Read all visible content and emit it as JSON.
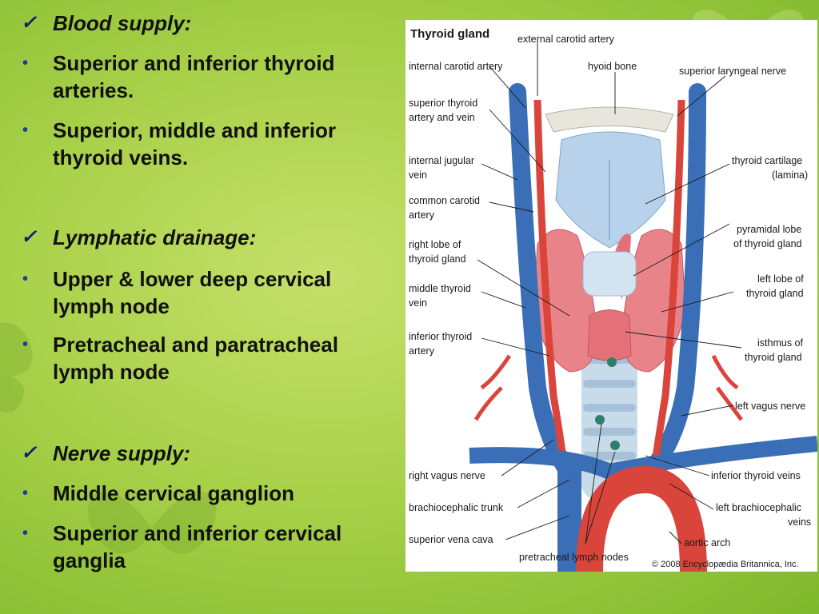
{
  "slide": {
    "lines": [
      {
        "type": "heading",
        "marker": "✓",
        "text": "Blood supply:"
      },
      {
        "type": "bullet",
        "marker": "•",
        "text": "Superior and inferior thyroid"
      },
      {
        "type": "cont",
        "text": "arteries."
      },
      {
        "type": "bullet",
        "marker": "•",
        "text": "Superior, middle and inferior"
      },
      {
        "type": "cont",
        "text": "thyroid veins."
      },
      {
        "type": "heading",
        "marker": "✓",
        "text": "Lymphatic drainage:"
      },
      {
        "type": "bullet",
        "marker": "•",
        "text": "Upper & lower deep cervical"
      },
      {
        "type": "cont",
        "text": "lymph node"
      },
      {
        "type": "bullet",
        "marker": "•",
        "text": "Pretracheal and paratracheal"
      },
      {
        "type": "cont",
        "text": "lymph node"
      },
      {
        "type": "heading",
        "marker": "✓",
        "text": "Nerve supply:"
      },
      {
        "type": "bullet",
        "marker": "•",
        "text": "Middle cervical ganglion"
      },
      {
        "type": "bullet",
        "marker": "•",
        "text": "Superior and inferior cervical"
      },
      {
        "type": "cont",
        "text": "ganglia"
      }
    ]
  },
  "figure": {
    "title": "Thyroid gland",
    "copyright": "© 2008 Encyclopædia Britannica, Inc.",
    "labels": {
      "external_carotid": "external carotid artery",
      "internal_carotid": "internal carotid artery",
      "hyoid_bone": "hyoid bone",
      "superior_laryngeal": "superior laryngeal nerve",
      "sup_thyroid_1": "superior thyroid",
      "sup_thyroid_2": "artery and vein",
      "int_jugular_1": "internal jugular",
      "int_jugular_2": "vein",
      "thyroid_cart_1": "thyroid cartilage",
      "thyroid_cart_2": "(lamina)",
      "common_carotid_1": "common carotid",
      "common_carotid_2": "artery",
      "pyramidal_1": "pyramidal lobe",
      "pyramidal_2": "of thyroid gland",
      "right_lobe_1": "right lobe of",
      "right_lobe_2": "thyroid gland",
      "left_lobe_1": "left lobe of",
      "left_lobe_2": "thyroid gland",
      "middle_thyroid_1": "middle thyroid",
      "middle_thyroid_2": "vein",
      "inf_thyroid_art_1": "inferior thyroid",
      "inf_thyroid_art_2": "artery",
      "isthmus_1": "isthmus of",
      "isthmus_2": "thyroid gland",
      "left_vagus": "left vagus nerve",
      "right_vagus": "right vagus nerve",
      "inf_thyroid_veins": "inferior thyroid veins",
      "brachiocephalic_trunk": "brachiocephalic trunk",
      "left_brachio_1": "left brachiocephalic",
      "left_brachio_2": "veins",
      "svc": "superior vena cava",
      "aortic_arch": "aortic arch",
      "pretracheal": "pretracheal lymph nodes"
    }
  },
  "colors": {
    "accent_text": "#111111",
    "check_color": "#0f1f6e",
    "bullet_color": "#1a3fa0",
    "vein_blue": "#3a6fb8",
    "artery_red": "#d9453a",
    "gland_pink": "#e9838a",
    "cartilage_blue": "#b9d2ec"
  }
}
